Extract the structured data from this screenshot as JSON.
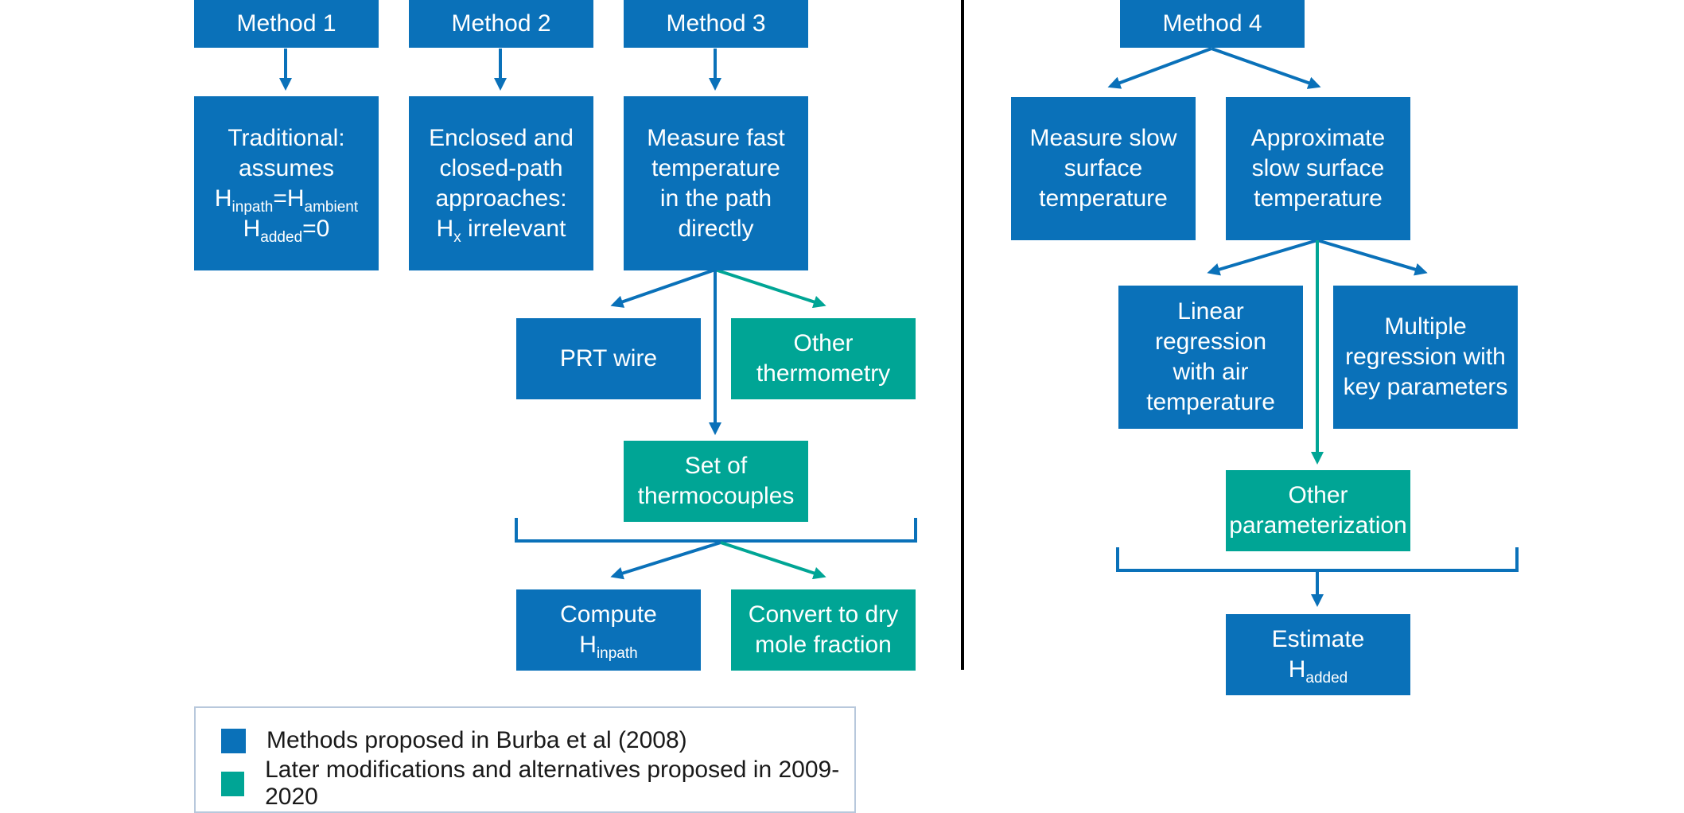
{
  "colors": {
    "blue": "#0a71b9",
    "teal": "#00a595",
    "divider": "#000000",
    "legend_border": "#b8c8dc"
  },
  "methods": {
    "m1": "Method 1",
    "m2": "Method 2",
    "m3": "Method 3",
    "m4": "Method 4"
  },
  "nodes": {
    "traditional": {
      "line1": "Traditional:",
      "line2": "assumes",
      "h1": "H",
      "s1": "inpath",
      "eq": "=H",
      "s2": "ambient",
      "h2": "H",
      "s3": "added",
      "tail": "=0"
    },
    "enclosed": {
      "text": "Enclosed and\nclosed-path\napproaches:",
      "h": "H",
      "sub": "x",
      "tail": " irrelevant"
    },
    "measure_fast": "Measure fast\ntemperature\nin the path\ndirectly",
    "prt_wire": "PRT wire",
    "other_thermometry": "Other\nthermometry",
    "thermocouples": "Set of\nthermocouples",
    "compute": {
      "line1": "Compute",
      "h": "H",
      "sub": "inpath"
    },
    "convert": "Convert to dry\nmole fraction",
    "measure_slow": "Measure slow\nsurface\ntemperature",
    "approximate_slow": "Approximate\nslow surface\ntemperature",
    "linear_regression": "Linear regression\nwith air\ntemperature",
    "multiple_regression": "Multiple\nregression with\nkey parameters",
    "other_param": "Other\nparameterization",
    "estimate": {
      "line1": "Estimate",
      "h": "H",
      "sub": "added"
    }
  },
  "legend": {
    "items": [
      {
        "label": "Methods proposed in Burba et al (2008)",
        "color": "#0a71b9"
      },
      {
        "label": "Later modifications and alternatives proposed in 2009-2020",
        "color": "#00a595"
      }
    ]
  }
}
